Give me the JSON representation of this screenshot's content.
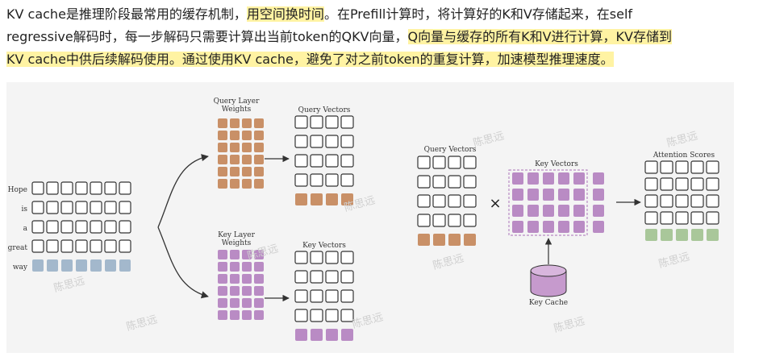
{
  "paragraph": {
    "line1": {
      "a": "KV cache是推理阶段最常用的缓存机制，",
      "hl1": "用空间换时间",
      "b": "。在Prefill计算时，将计算好的K和V存储起来，在self"
    },
    "line2": {
      "a": "regressive解码时，每一步解码只需要计算出当前token的QKV向量，",
      "hl2": "Q向量与缓存的所有K和V进行计算，KV存储到"
    },
    "line3": {
      "hl2": "KV cache中供后续解码使用。",
      "hl3": "通过使用KV cache，避免了对之前token的重复计算，加速模型推理速度。"
    }
  },
  "diagram": {
    "tokens": [
      "Hope",
      "is",
      "a",
      "great",
      "way"
    ],
    "query_layer_weights": "Query Layer\nWeights",
    "key_layer_weights": "Key Layer\nWeights",
    "query_vectors": "Query Vectors",
    "key_vectors": "Key Vectors",
    "right_query_vectors": "Query Vectors",
    "right_key_vectors": "Key Vectors",
    "attention_scores": "Attention Scores",
    "key_cache": "Key Cache",
    "multiply_symbol": "×",
    "watermark": "陈思远",
    "colors": {
      "token_new": "#a3b8cc",
      "query": "#c99067",
      "key": "#b98bc4",
      "attention": "#a9c79a",
      "cache": "#c69acd"
    }
  }
}
